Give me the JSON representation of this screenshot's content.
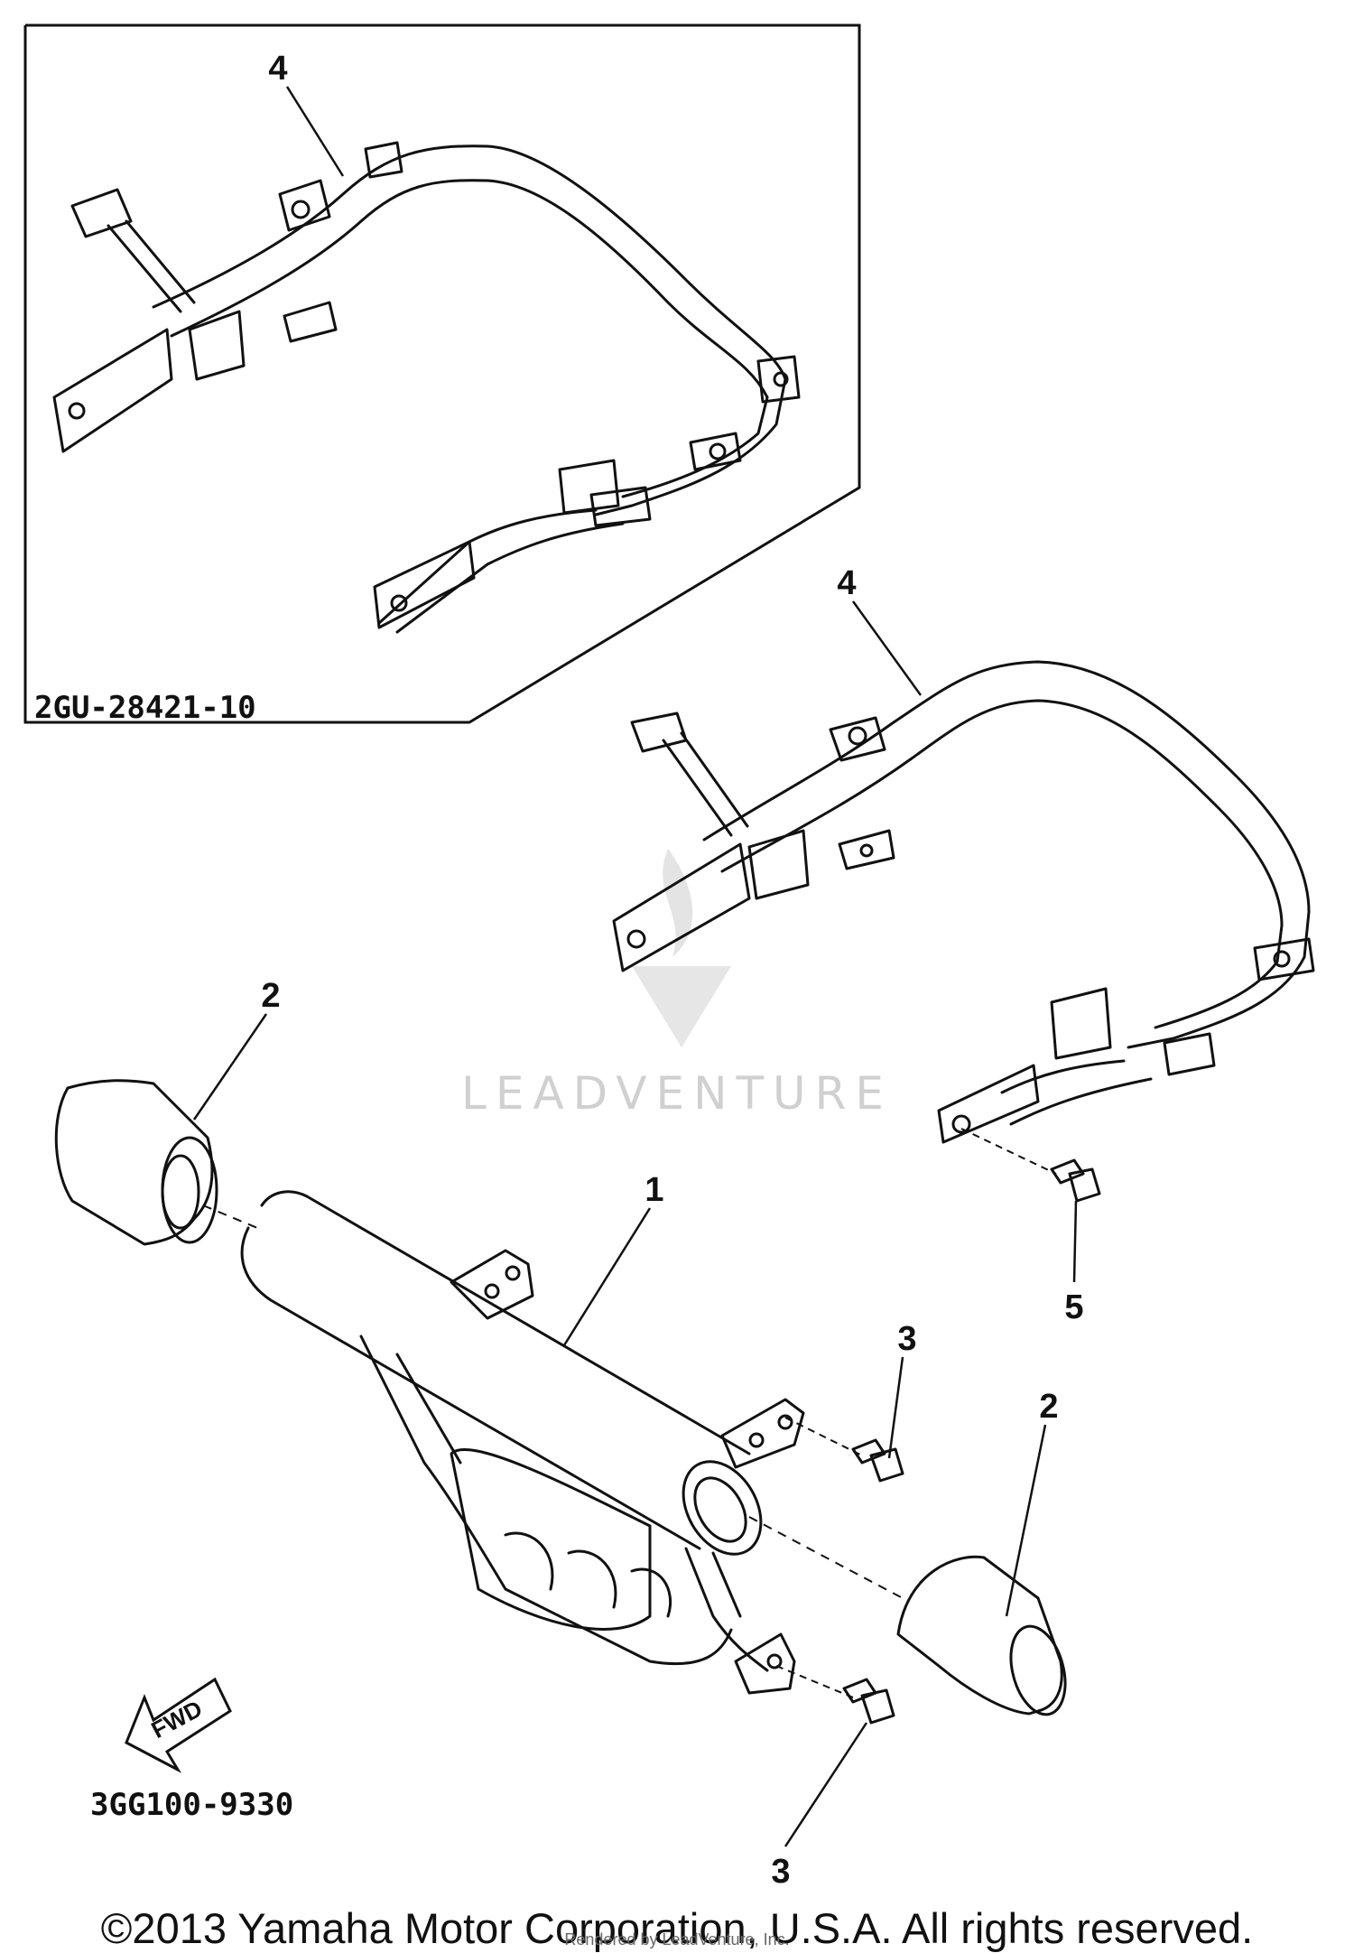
{
  "inset": {
    "part_code": "2GU-28421-10",
    "callout": "4"
  },
  "callouts": {
    "guard_rear_main": "4",
    "cap_left": "2",
    "guard_front": "1",
    "bolt_upper": "3",
    "bolt_right_guard": "5",
    "cap_right": "2",
    "bolt_lower": "3"
  },
  "fwd_label": "FWD",
  "diagram_code": "3GG100-9330",
  "watermark": "LEADVENTURE",
  "copyright": "©2013 Yamaha Motor Corporation, U.S.A. All rights reserved.",
  "rendered_by": "Rendered by LeadVenture, Inc."
}
